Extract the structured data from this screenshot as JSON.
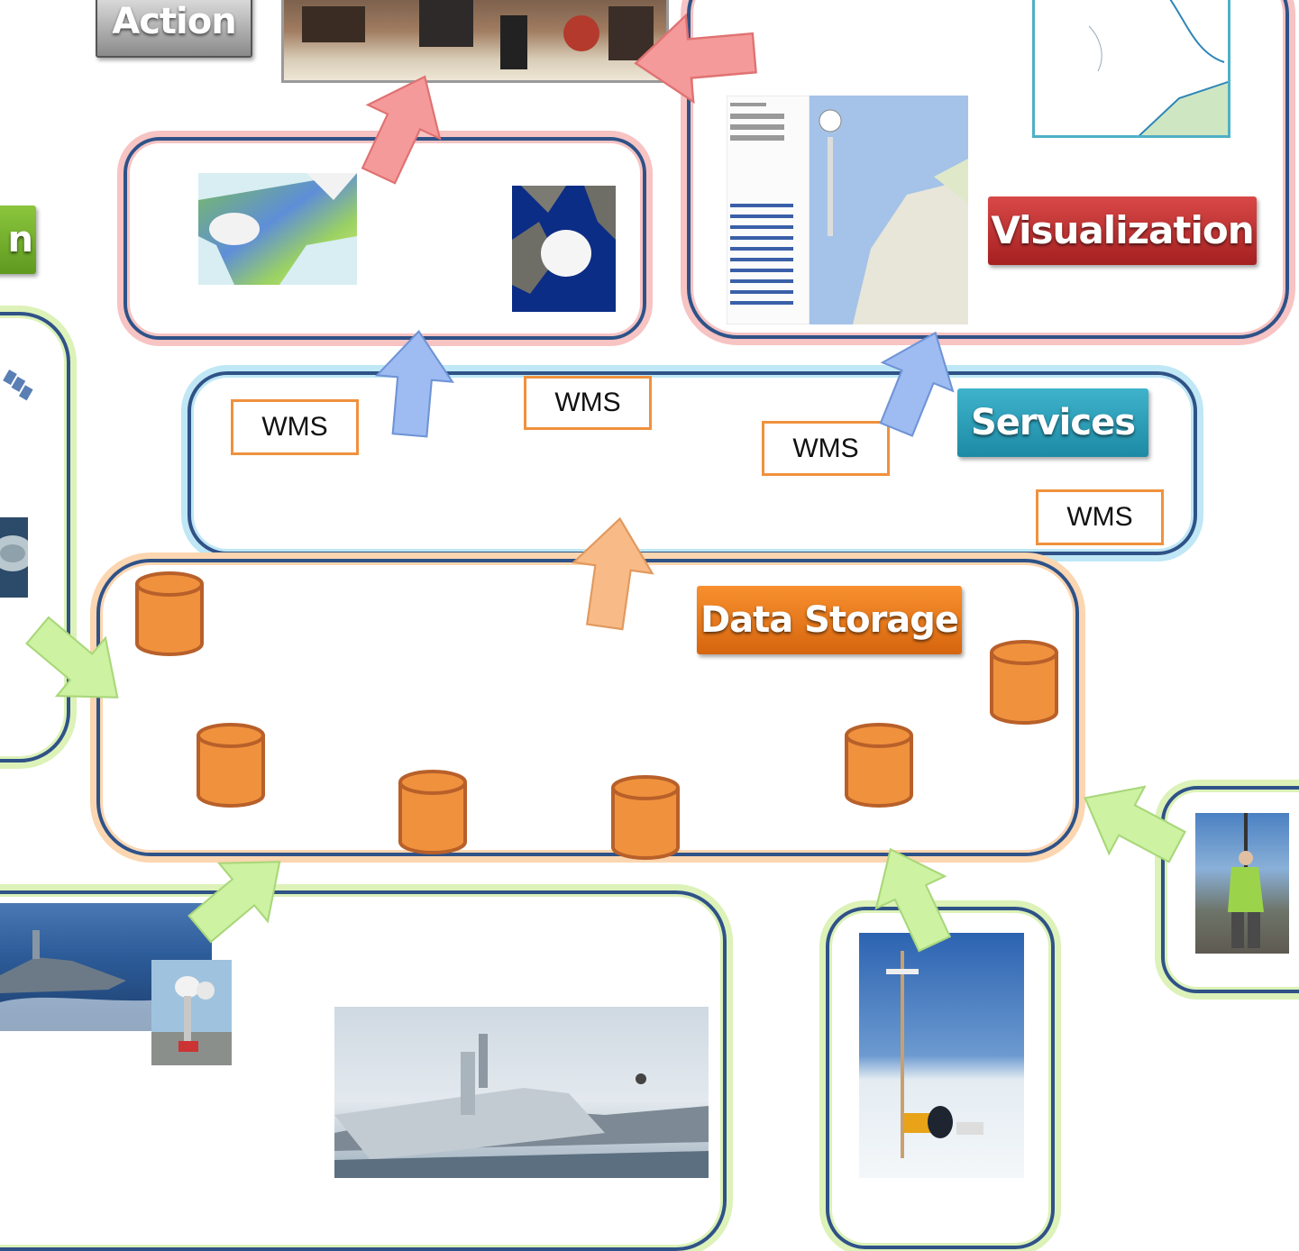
{
  "labels": {
    "action": "Action",
    "visualization": "Visualization",
    "services": "Services",
    "data_storage": "Data Storage",
    "observation_partial": "n"
  },
  "wms": [
    "WMS",
    "WMS",
    "WMS",
    "WMS"
  ],
  "colors": {
    "frame_border": "#2f5287",
    "visualization_glow": "#f7c3c3",
    "services_glow": "#bfe7f5",
    "storage_glow": "#fbd6b0",
    "observation_glow": "#dcf2b8",
    "database": "#f0913d",
    "arrow_red": "#f59a9a",
    "arrow_blue": "#9ebcf2",
    "arrow_orange": "#f8bb88",
    "arrow_green": "#cdf2a2"
  }
}
